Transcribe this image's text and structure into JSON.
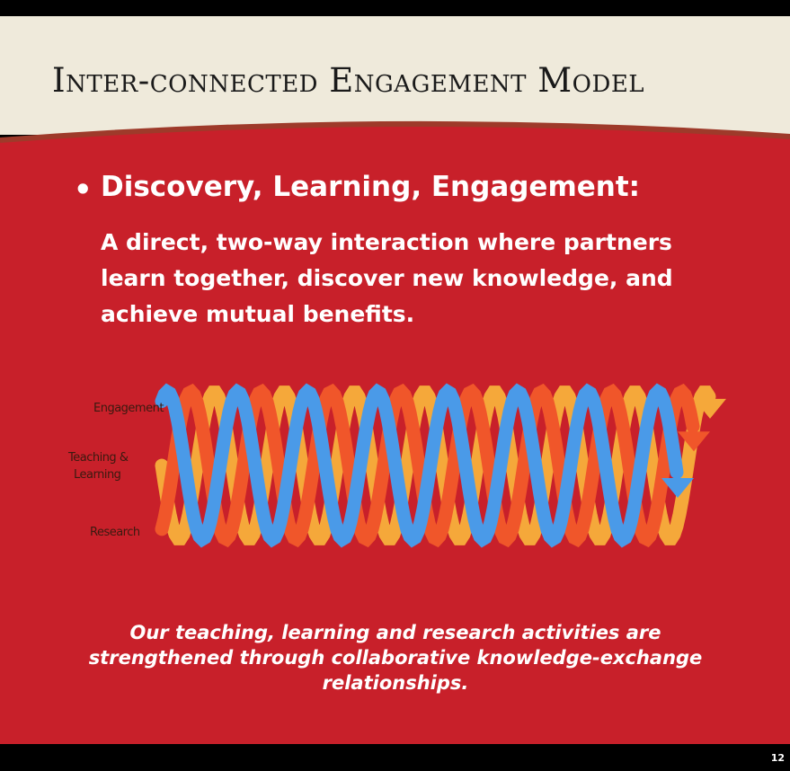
{
  "slide": {
    "title": "Inter-connected Engagement Model",
    "bullet": {
      "symbol": "•",
      "heading": "Discovery, Learning, Engagement:",
      "text": "A direct, two-way interaction where partners learn together, discover new knowledge, and achieve mutual benefits."
    },
    "diagram": {
      "labels": {
        "engagement": "Engagement",
        "teaching_learning_1": "Teaching &",
        "teaching_learning_2": "Learning",
        "research": "Research"
      },
      "strands": [
        {
          "name": "engagement",
          "color": "#f5a83a"
        },
        {
          "name": "teaching-learning",
          "color": "#f0562a"
        },
        {
          "name": "research",
          "color": "#4a9ae8"
        }
      ]
    },
    "caption": "Our teaching, learning and research activities are strengthened through collaborative knowledge-exchange relationships.",
    "page_number": "12"
  },
  "colors": {
    "header_bg": "#efeadb",
    "body_bg": "#c8202a",
    "divider": "#9e3a2a"
  }
}
